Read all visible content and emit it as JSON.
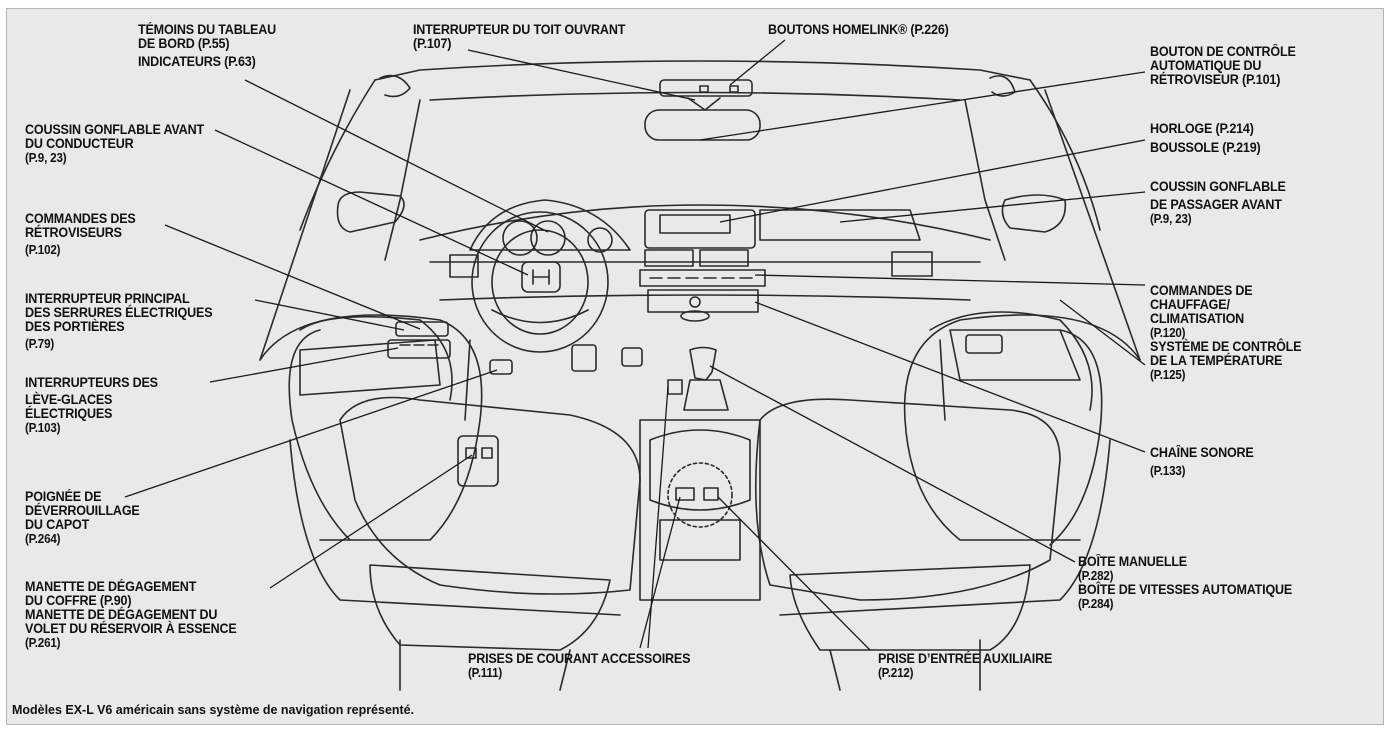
{
  "labels": {
    "temoins": [
      "TÉMOINS DU TABLEAU",
      "DE BORD (P.55)",
      "INDICATEURS (P.63)"
    ],
    "toit": [
      "INTERRUPTEUR DU TOIT OUVRANT",
      "(P.107)"
    ],
    "homelink": [
      "BOUTONS HOMELINK® (P.226)"
    ],
    "retro_auto": [
      "BOUTON DE CONTRÔLE",
      "AUTOMATIQUE DU",
      "RÉTROVISEUR (P.101)"
    ],
    "coussin_cond": [
      "COUSSIN GONFLABLE AVANT",
      "DU CONDUCTEUR",
      "(P.9, 23)"
    ],
    "horloge": [
      "HORLOGE (P.214)",
      "BOUSSOLE (P.219)"
    ],
    "coussin_pass": [
      "COUSSIN GONFLABLE",
      "DE PASSAGER AVANT",
      "(P.9, 23)"
    ],
    "commandes_retro": [
      "COMMANDES DES",
      "RÉTROVISEURS",
      "(P.102)"
    ],
    "serrures": [
      "INTERRUPTEUR PRINCIPAL",
      "DES SERRURES ÉLECTRIQUES",
      "DES PORTIÈRES",
      "(P.79)"
    ],
    "chauffage": [
      "COMMANDES DE",
      "CHAUFFAGE/",
      "CLIMATISATION",
      "(P.120)",
      "SYSTÈME DE CONTRÔLE",
      "DE LA TEMPÉRATURE",
      "(P.125)"
    ],
    "leve_glaces": [
      "INTERRUPTEURS DES",
      "LÈVE-GLACES",
      "ÉLECTRIQUES",
      "(P.103)"
    ],
    "chaine": [
      "CHAÎNE SONORE",
      "(P.133)"
    ],
    "poignee": [
      "POIGNÉE DE",
      "DÉVERROUILLAGE",
      "DU CAPOT",
      "(P.264)"
    ],
    "boite": [
      "BOÎTE MANUELLE",
      "(P.282)",
      "BOÎTE DE VITESSES AUTOMATIQUE",
      "(P.284)"
    ],
    "manette": [
      "MANETTE DE DÉGAGEMENT",
      "DU COFFRE (P.90)",
      "MANETTE DE DÉGAGEMENT DU",
      "VOLET DU RÉSERVOIR À ESSENCE",
      "(P.261)"
    ],
    "prises": [
      "PRISES DE COURANT ACCESSOIRES",
      "(P.111)"
    ],
    "aux": [
      "PRISE D’ENTRÉE AUXILIAIRE",
      "(P.212)"
    ]
  },
  "footnote": "Modèles EX-L V6 américain sans système de navigation représenté."
}
